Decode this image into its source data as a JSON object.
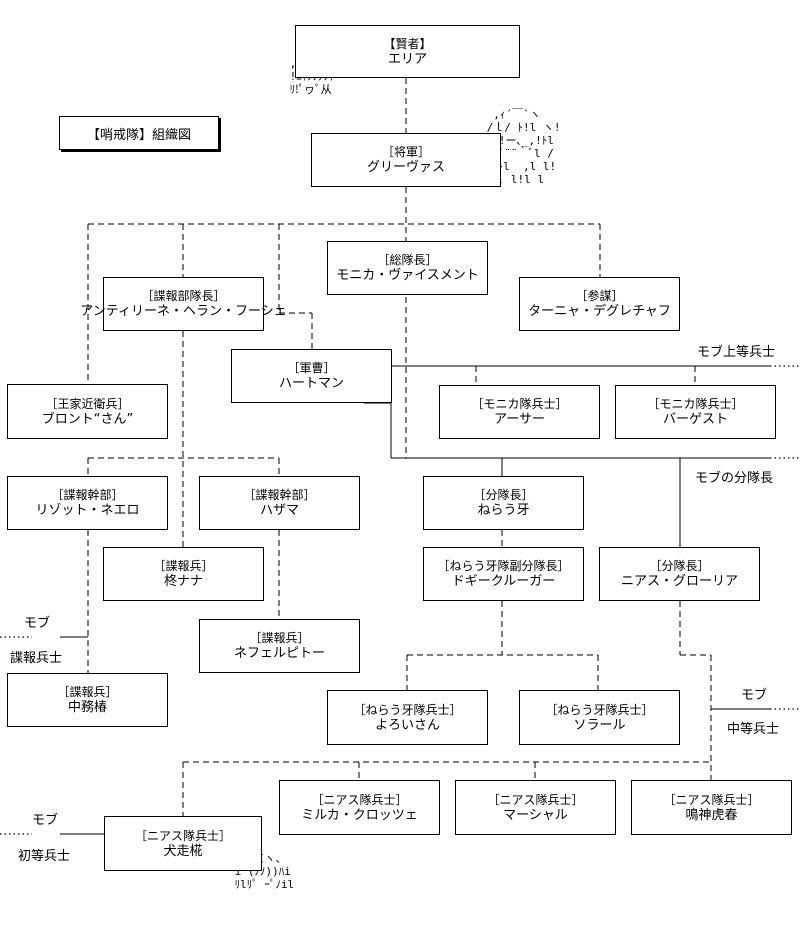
{
  "title": "【哨戒隊】組織図",
  "nodes": {
    "elia": {
      "title": "【賢者】",
      "name": "エリア"
    },
    "greevas": {
      "title": "［将軍］",
      "name": "グリーヴァス"
    },
    "monica": {
      "title": "［総隊長］",
      "name": "モニカ・ヴァイスメント"
    },
    "intelchief": {
      "title": "［諜報部隊長］",
      "name": "アンティリーネ・ヘラン・フーシェ"
    },
    "staff": {
      "title": "［参謀］",
      "name": "ターニャ・デグレチャフ"
    },
    "sergeant": {
      "title": "［軍曹］",
      "name": "ハートマン"
    },
    "guard": {
      "title": "［王家近衛兵］",
      "name": "ブロント“さん”"
    },
    "msoldier1": {
      "title": "［モニカ隊兵士］",
      "name": "アーサー"
    },
    "msoldier2": {
      "title": "［モニカ隊兵士］",
      "name": "バーゲスト"
    },
    "officer1": {
      "title": "［諜報幹部］",
      "name": "リゾット・ネエロ"
    },
    "officer2": {
      "title": "［諜報幹部］",
      "name": "ハザマ"
    },
    "squad1": {
      "title": "［分隊長］",
      "name": "ねらう牙"
    },
    "spy1": {
      "title": "［諜報兵］",
      "name": "柊ナナ"
    },
    "vice": {
      "title": "［ねらう牙隊副分隊長］",
      "name": "ドギークルーガー"
    },
    "squad2": {
      "title": "［分隊長］",
      "name": "ニアス・グローリア"
    },
    "spy2": {
      "title": "［諜報兵］",
      "name": "ネフェルピトー"
    },
    "spy3": {
      "title": "［諜報兵］",
      "name": "中務椿"
    },
    "ns1": {
      "title": "［ねらう牙隊兵士］",
      "name": "よろいさん"
    },
    "ns2": {
      "title": "［ねらう牙隊兵士］",
      "name": "ソラール"
    },
    "ni1": {
      "title": "［ニアス隊兵士］",
      "name": "ミルカ・クロッツェ"
    },
    "ni2": {
      "title": "［ニアス隊兵士］",
      "name": "マーシャル"
    },
    "ni3": {
      "title": "［ニアス隊兵士］",
      "name": "鳴神虎春"
    },
    "ni4": {
      "title": "［ニアス隊兵士］",
      "name": "犬走椛"
    }
  },
  "labels": {
    "mob_upper": "モブ上等兵士",
    "mob_squad": "モブの分隊長",
    "mob_spy_a": "モブ",
    "mob_spy_b": "諜報兵士",
    "mob_mid_a": "モブ",
    "mob_mid_b": "中等兵士",
    "mob_low_a": "モブ",
    "mob_low_b": "初等兵士"
  },
  "ascii_art": {
    "elia": "   ＿\n ,/´    ＼\n !ﾆｲﾉﾉﾉﾉﾄﾞ\n ﾘ!ﾟヮﾟ从",
    "greevas": "  ,ｨ´￣`ヽ\n /ｌ/ ﾄ!l ヽ!\n |ﾄ!ー､_,!ﾄl\n !ﾐﾞ¨¨｀ﾞl /\n ヽﾄl  ,l l!\n  ｌ l!l l",
    "momiji": "  ,ｨ＜ヽ、\n i (ﾉﾉ))ﾊi\n ﾘlﾘﾟ ｰﾟﾉil"
  }
}
